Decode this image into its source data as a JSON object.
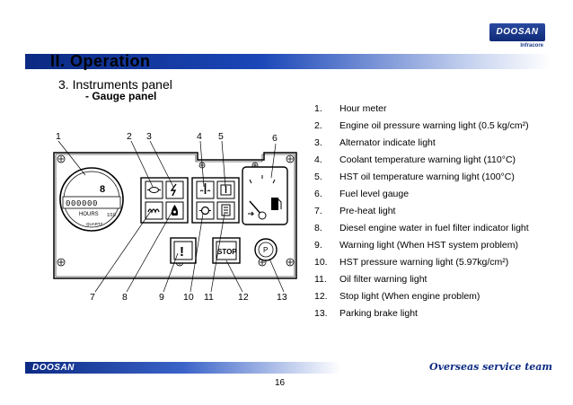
{
  "logo": {
    "word": "DOOSAN",
    "sub": "Infracore"
  },
  "header": {
    "title": "II.  Operation"
  },
  "section": {
    "number_title": "3.    Instruments panel",
    "subtitle": "- Gauge panel"
  },
  "legend": [
    {
      "num": "1.",
      "text": "Hour meter"
    },
    {
      "num": "2.",
      "text": "Engine oil pressure warning light (0.5 kg/cm²)"
    },
    {
      "num": "3.",
      "text": "Alternator indicate light"
    },
    {
      "num": "4.",
      "text": "Coolant temperature warning light (110°C)"
    },
    {
      "num": "5.",
      "text": "HST oil temperature warning light (100°C)"
    },
    {
      "num": "6.",
      "text": "Fuel level gauge"
    },
    {
      "num": "7.",
      "text": "Pre-heat light"
    },
    {
      "num": "8.",
      "text": "Diesel engine water in fuel filter indicator light"
    },
    {
      "num": "9.",
      "text": "Warning light (When HST system problem)"
    },
    {
      "num": "10.",
      "text": "HST pressure warning light (5.97kg/cm²)"
    },
    {
      "num": "11.",
      "text": "Oil filter warning light"
    },
    {
      "num": "12.",
      "text": "Stop light (When engine problem)"
    },
    {
      "num": "13.",
      "text": "Parking brake light"
    }
  ],
  "diagram": {
    "callouts_top": [
      "1",
      "2",
      "3",
      "4",
      "5",
      "6"
    ],
    "callouts_bottom": [
      "7",
      "8",
      "9",
      "10",
      "11",
      "12",
      "13"
    ],
    "hour_meter": {
      "digits": "000000",
      "unit_label": "HOURS",
      "fraction": "1/10",
      "brand": "QUARTZ",
      "top_digit": "8"
    },
    "stop_label": "STOP",
    "warning_symbol": "!"
  },
  "footer": {
    "logo": "DOOSAN",
    "right": "Overseas service team",
    "page": "16"
  }
}
